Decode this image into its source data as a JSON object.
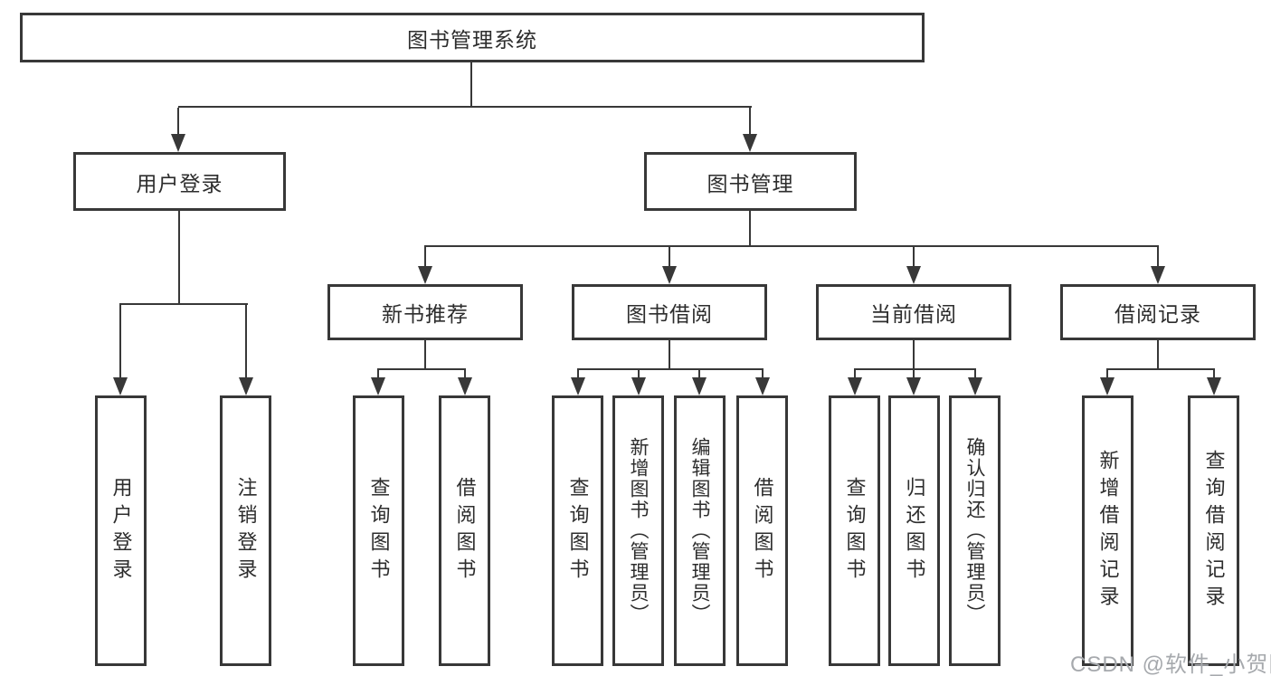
{
  "diagram_type": "hierarchy-tree",
  "tree": {
    "label": "图书管理系统",
    "children": [
      {
        "label": "用户登录",
        "children": [
          {
            "label": "用户登录"
          },
          {
            "label": "注销登录"
          }
        ]
      },
      {
        "label": "图书管理",
        "children": [
          {
            "label": "新书推荐",
            "children": [
              {
                "label": "查询图书"
              },
              {
                "label": "借阅图书"
              }
            ]
          },
          {
            "label": "图书借阅",
            "children": [
              {
                "label": "查询图书"
              },
              {
                "label": "新增图书（管理员）"
              },
              {
                "label": "编辑图书（管理员）"
              },
              {
                "label": "借阅图书"
              }
            ]
          },
          {
            "label": "当前借阅",
            "children": [
              {
                "label": "查询图书"
              },
              {
                "label": "归还图书"
              },
              {
                "label": "确认归还（管理员）"
              }
            ]
          },
          {
            "label": "借阅记录",
            "children": [
              {
                "label": "新增借阅记录"
              },
              {
                "label": "查询借阅记录"
              }
            ]
          }
        ]
      }
    ]
  },
  "watermark": {
    "text": "CSDN @软件_小贺同学"
  },
  "colors": {
    "line": "#383838",
    "box_border": "#383838",
    "box_fill": "#ffffff",
    "text": "#2d2d2d",
    "watermark": "#a6a9ad",
    "background": "#ffffff"
  }
}
